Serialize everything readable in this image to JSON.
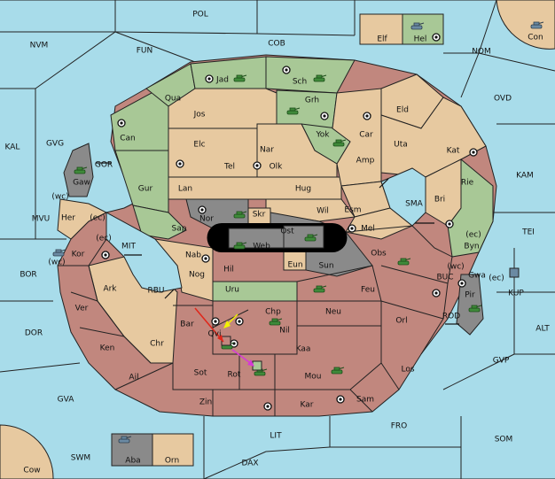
{
  "colors": {
    "sea": "#a8dcea",
    "tan": "#e7c9a0",
    "green": "#a8c896",
    "red": "#c1877e",
    "gray": "#8a8a8a",
    "unit": "#3f8a3a",
    "arrow_red": "#e0261a",
    "arrow_yellow": "#f2f200",
    "arrow_magenta": "#d63ad6"
  },
  "icon_names": [
    "supply-center-icon",
    "army-unit-icon",
    "move-arrow-icon",
    "two-way-arrow-icon"
  ],
  "labels": {
    "pol": "POL",
    "nvm": "NVM",
    "fun": "FUN",
    "cob": "COB",
    "nom": "NOM",
    "ovd": "OVD",
    "kal": "KAL",
    "gvg": "GVG",
    "gor": "GOR",
    "kam": "KAM",
    "tei": "TEI",
    "mvu": "MVU",
    "mit": "MIT",
    "bor": "BOR",
    "rbu": "RBU",
    "sma": "SMA",
    "buc": "BUC",
    "kup": "KUP",
    "rod": "ROD",
    "alt": "ALT",
    "dor": "DOR",
    "gvp": "GVP",
    "gva": "GVA",
    "fro": "FRO",
    "som": "SOM",
    "lit": "LIT",
    "swm": "SWM",
    "dax": "DAX",
    "elf": "Elf",
    "hel": "Hel",
    "con": "Con",
    "cow": "Cow",
    "aba": "Aba",
    "orn": "Orn",
    "jad": "Jad",
    "sch": "Sch",
    "qua": "Qua",
    "jos": "Jos",
    "grh": "Grh",
    "eld": "Eld",
    "can": "Can",
    "elc": "Elc",
    "nar": "Nar",
    "yok": "Yok",
    "car": "Car",
    "uta": "Uta",
    "kat": "Kat",
    "gaw": "Gaw",
    "tel": "Tel",
    "olk": "Olk",
    "amp": "Amp",
    "gur": "Gur",
    "lan": "Lan",
    "hug": "Hug",
    "rie": "Rie",
    "bri": "Bri",
    "wc1": "(wc)",
    "ec1": "(ec)",
    "her": "Her",
    "nor": "Nor",
    "skr": "Skr",
    "wil": "Wil",
    "esm": "Esm",
    "mel": "Mel",
    "ost": "Ost",
    "web": "Web",
    "sap": "Sap",
    "ec2": "(ec)",
    "byn": "Byn",
    "ec3": "(ec)",
    "kor": "Kor",
    "wc2": "(wc)",
    "nab": "Nab",
    "eun": "Eun",
    "sun": "Sun",
    "obs": "Obs",
    "wc3": "(wc)",
    "gwa": "Gwa",
    "ec4": "(ec)",
    "hil": "Hil",
    "nog": "Nog",
    "ark": "Ark",
    "uru": "Uru",
    "feu": "Feu",
    "pir": "Pir",
    "ver": "Ver",
    "chp": "Chp",
    "neu": "Neu",
    "bar": "Bar",
    "qvi": "Qvi",
    "orl": "Orl",
    "nil": "Nil",
    "ken": "Ken",
    "chr": "Chr",
    "kaa": "Kaa",
    "los": "Los",
    "ail": "Ail",
    "sot": "Sot",
    "rot": "Rot",
    "mou": "Mou",
    "sam": "Sam",
    "zin": "Zin",
    "kar": "Kar"
  }
}
